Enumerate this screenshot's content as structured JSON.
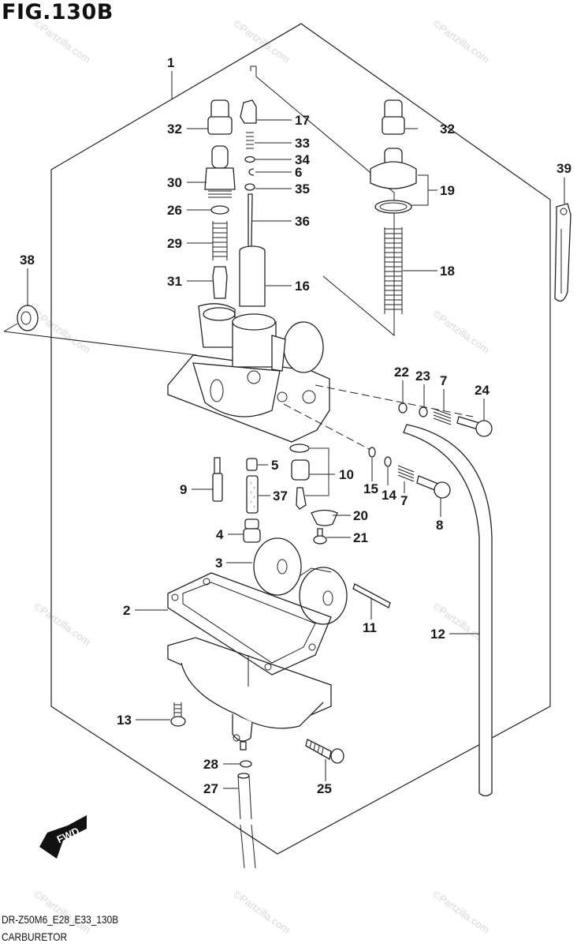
{
  "figure": {
    "title": "FIG.130B",
    "model_code": "DR-Z50M6_E28_E33_130B",
    "section_name": "CARBURETOR",
    "watermark": "©Partzilla.com",
    "direction_badge": "FWD"
  },
  "callouts": {
    "c1": "1",
    "c2": "2",
    "c3": "3",
    "c4": "4",
    "c5": "5",
    "c6": "6",
    "c7a": "7",
    "c7b": "7",
    "c8": "8",
    "c9": "9",
    "c10": "10",
    "c11": "11",
    "c12": "12",
    "c13": "13",
    "c14": "14",
    "c15": "15",
    "c16": "16",
    "c17": "17",
    "c18": "18",
    "c19": "19",
    "c20": "20",
    "c21": "21",
    "c22": "22",
    "c23": "23",
    "c24": "24",
    "c25": "25",
    "c26": "26",
    "c27": "27",
    "c28": "28",
    "c29": "29",
    "c30": "30",
    "c31": "31",
    "c32a": "32",
    "c32b": "32",
    "c33": "33",
    "c34": "34",
    "c35": "35",
    "c36": "36",
    "c37": "37",
    "c38": "38",
    "c39": "39"
  },
  "parts": [
    "1",
    "2",
    "3",
    "4",
    "5",
    "6",
    "7",
    "8",
    "9",
    "10",
    "11",
    "12",
    "13",
    "14",
    "15",
    "16",
    "17",
    "18",
    "19",
    "20",
    "21",
    "22",
    "23",
    "24",
    "25",
    "26",
    "27",
    "28",
    "29",
    "30",
    "31",
    "32",
    "33",
    "34",
    "35",
    "36",
    "37",
    "38",
    "39"
  ]
}
